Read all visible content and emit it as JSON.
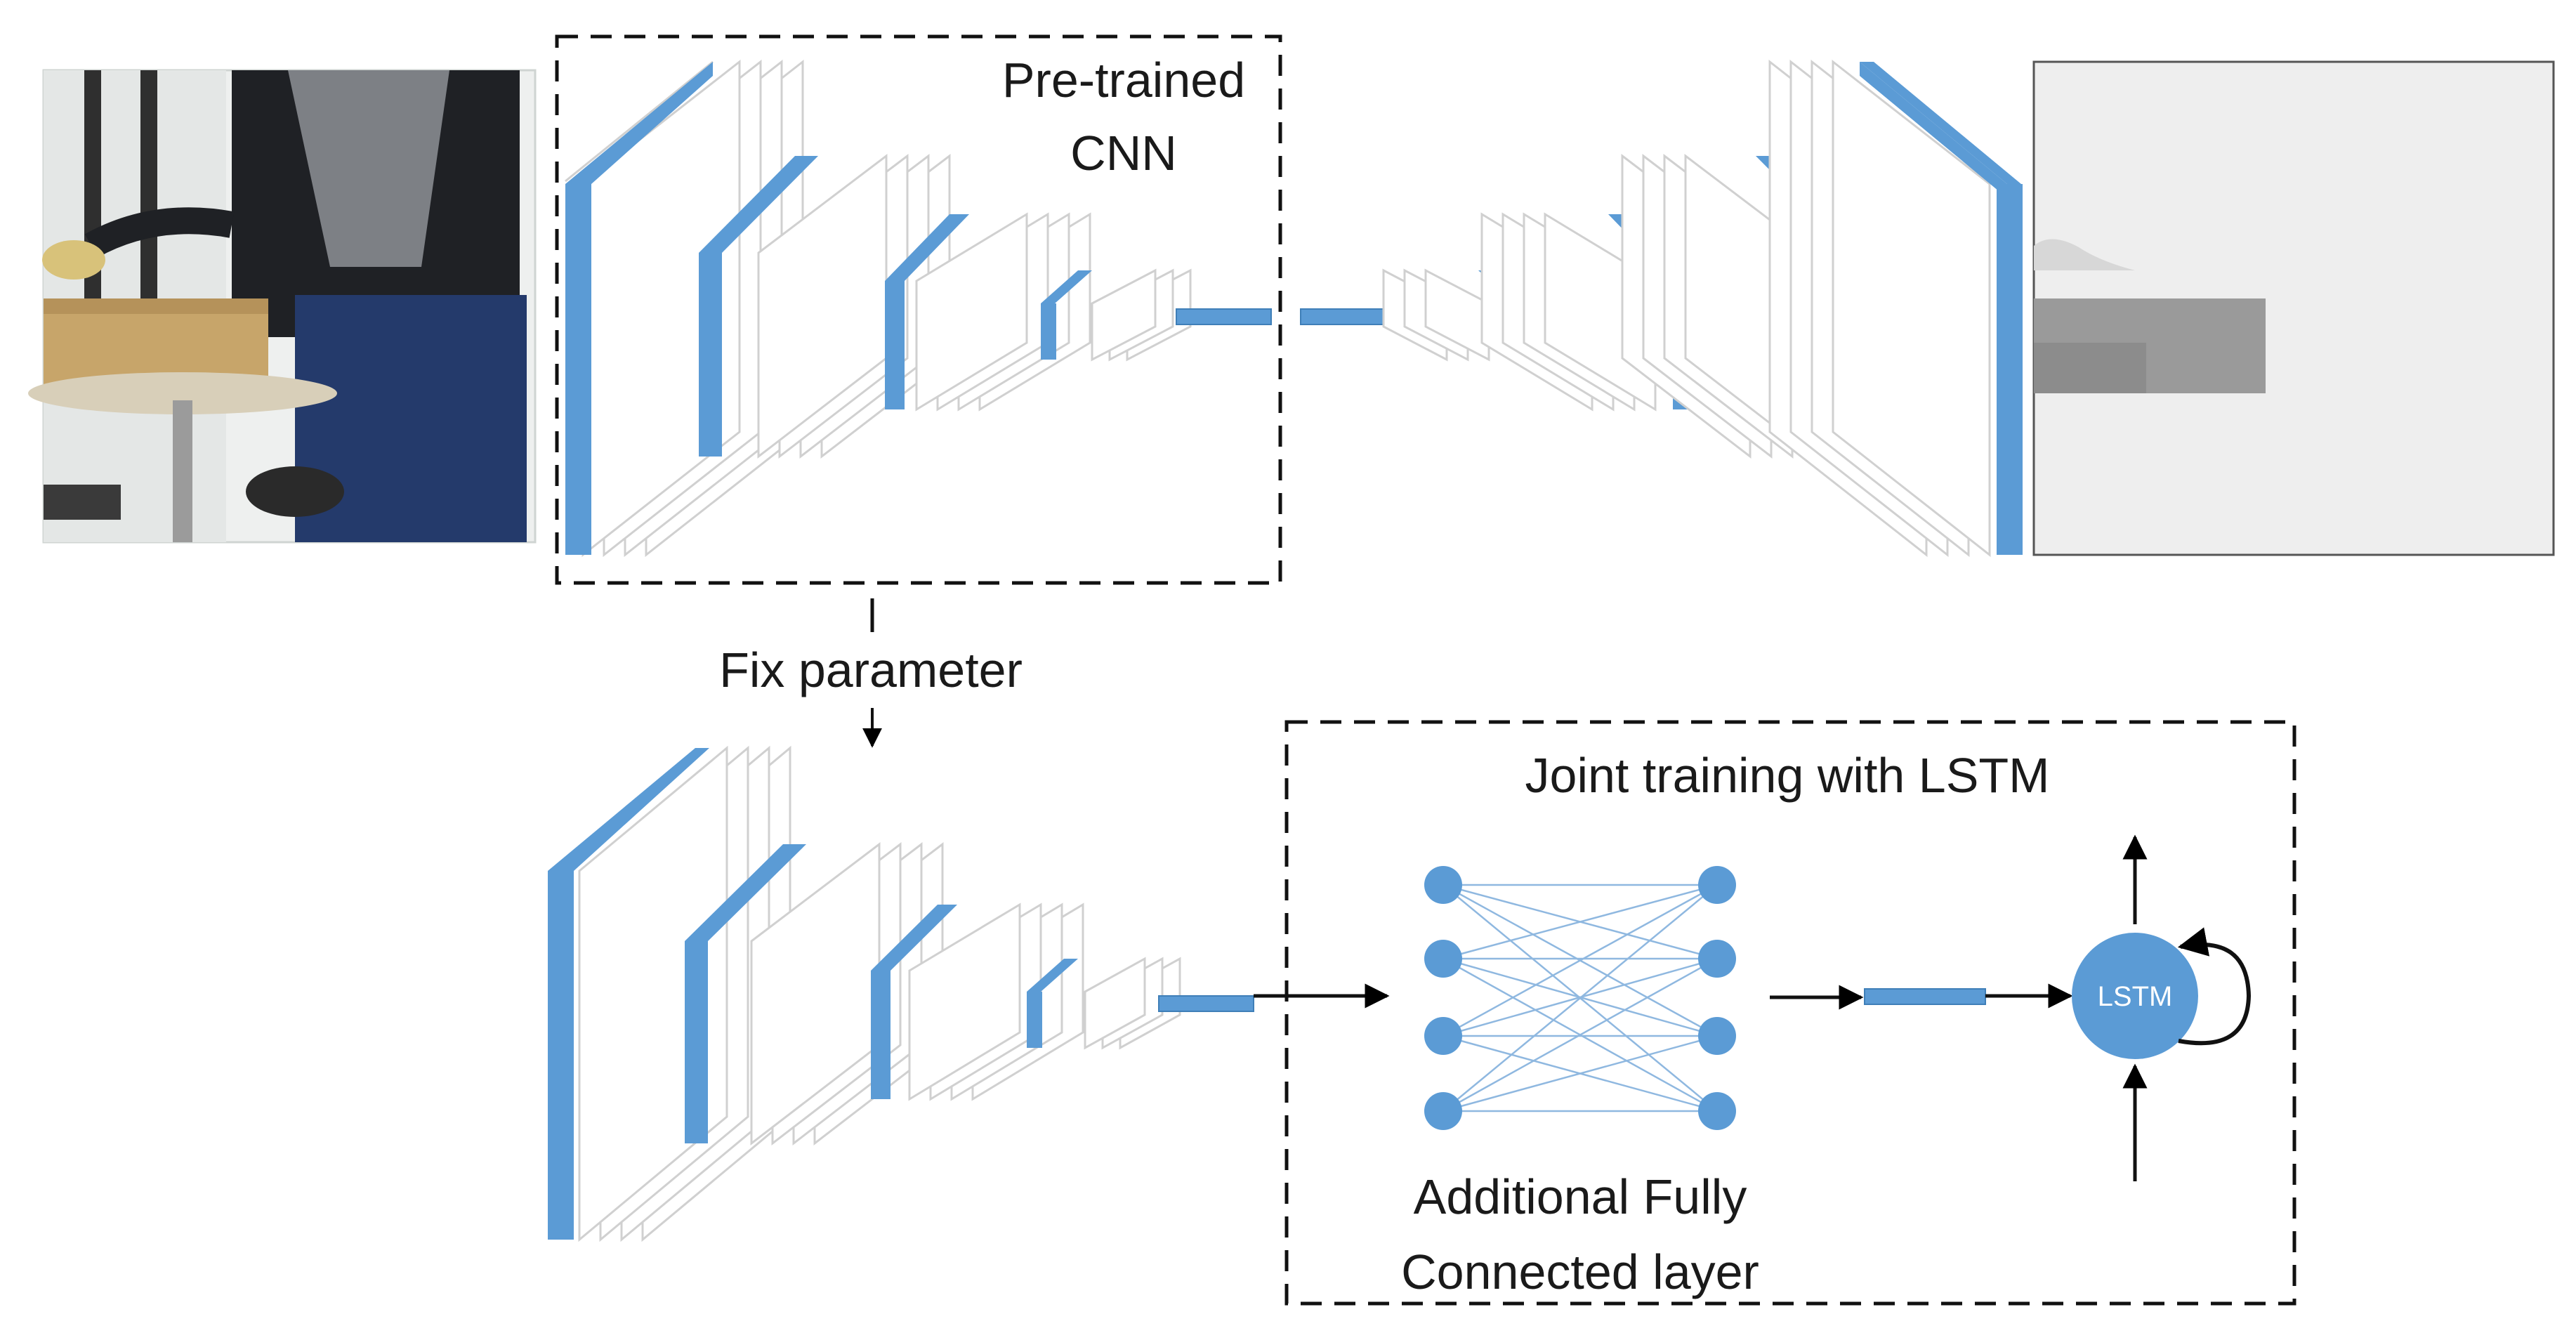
{
  "labels": {
    "pretrained_line1": "Pre-trained",
    "pretrained_line2": "CNN",
    "fix_parameter": "Fix parameter",
    "joint_training": "Joint training with LSTM",
    "additional_line1": "Additional Fully",
    "additional_line2": "Connected layer",
    "lstm": "LSTM"
  },
  "colors": {
    "accent": "#5b9bd5",
    "slab_edge": "#d0d0d0",
    "mask_background": "#eeeeee",
    "mask_object": "#9a9a9a"
  },
  "icons": {
    "input_frame": "photo-person-taping-box",
    "output_frame": "segmentation-mask-image"
  }
}
